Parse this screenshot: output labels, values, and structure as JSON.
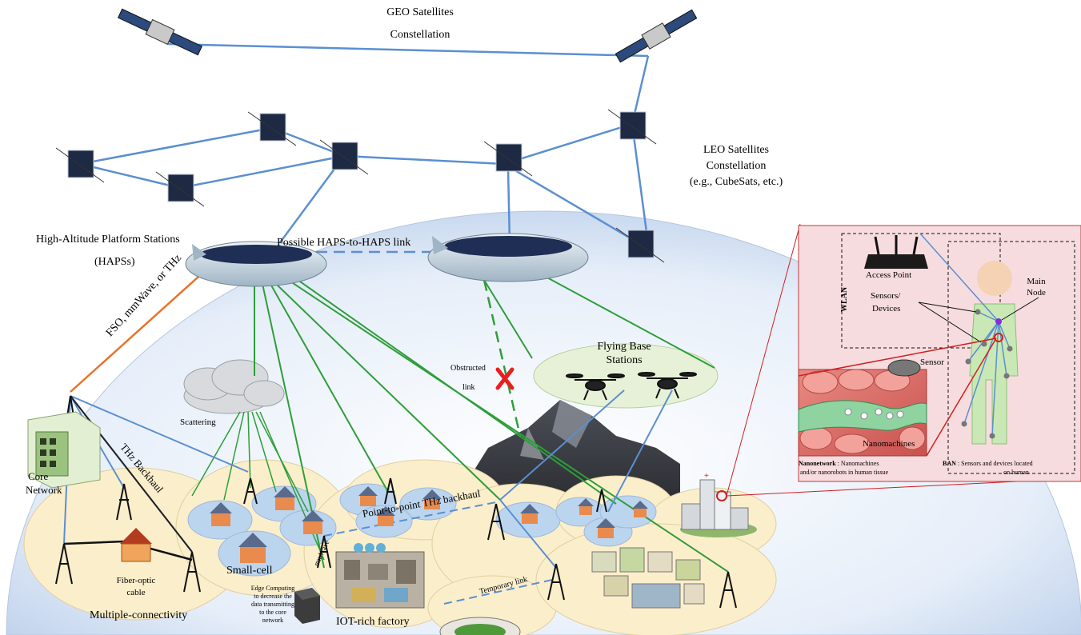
{
  "geo": {
    "line1": "GEO Satellites",
    "line2": "Constellation"
  },
  "leo": {
    "line1": "LEO Satellites",
    "line2": "Constellation",
    "line3": "(e.g., CubeSats, etc.)"
  },
  "haps": {
    "line1": "High-Altitude Platform Stations",
    "line2": "(HAPSs)",
    "link": "Possible HAPS-to-HAPS link"
  },
  "links": {
    "fso": "FSO, mmWave, or THz",
    "obstructed_line1": "Obstructed",
    "obstructed_line2": "link",
    "thz_backhaul": "THz Backhaul",
    "p2p_thz": "Point-to-point THz backhaul",
    "mmwave": "mmWave",
    "temporary": "Temporary link"
  },
  "fbs": {
    "line1": "Flying Base",
    "line2": "Stations"
  },
  "ground": {
    "scattering": "Scattering",
    "core_line1": "Core",
    "core_line2": "Network",
    "fiber_line1": "Fiber-optic",
    "fiber_line2": "cable",
    "multi": "Multiple-connectivity",
    "small_cell": "Small-cell",
    "iot": "IOT-rich factory",
    "edge_1": "Edge Computing",
    "edge_2": "to decrease the",
    "edge_3": "data transmitting",
    "edge_4": "to the core",
    "edge_5": "network"
  },
  "inset": {
    "ap": "Access Point",
    "wlan": "WLAN",
    "main_line1": "Main",
    "main_line2": "Node",
    "sensors_line1": "Sensors/",
    "sensors_line2": "Devices",
    "sensor": "Sensor",
    "nanomachines": "Nanomachines",
    "nano_bold": "Nanonetwork",
    "nano_rest": " : Nanomachines",
    "nano_line2": "and/or nanorobots in human tissue",
    "ban_bold": "BAN",
    "ban_rest": " : Sensors and devices located",
    "ban_line2": "on human"
  }
}
